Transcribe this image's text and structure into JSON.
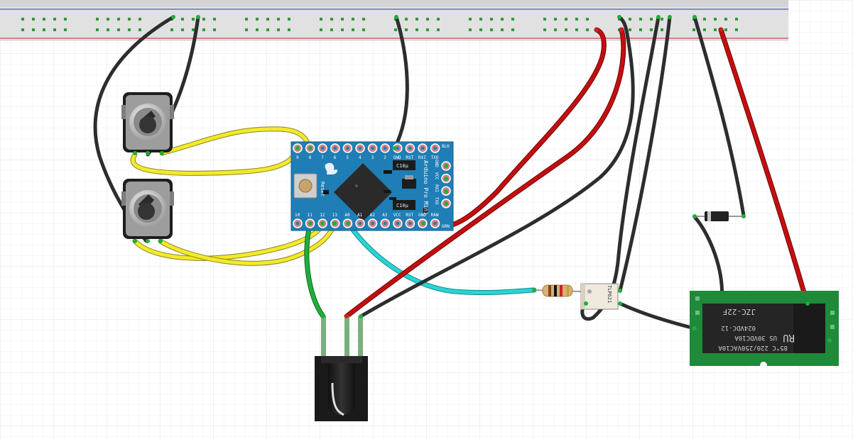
{
  "arduino": {
    "top_pins": [
      "9",
      "8",
      "7",
      "6",
      "5",
      "4",
      "3",
      "2",
      "GND",
      "RST",
      "RXI",
      "TXO"
    ],
    "blk": "BLK",
    "side_pins": [
      "GND",
      "VCC",
      "RXI",
      "TXO"
    ],
    "bottom_pins": [
      "10",
      "11",
      "12",
      "13",
      "A0",
      "A1",
      "A2",
      "A3",
      "VCC",
      "RST",
      "GND",
      "RAW"
    ],
    "grn": "GRN",
    "board_text": "Arduino Pro Mini",
    "reset_label": "Reset",
    "cap_label": "C10μ"
  },
  "optocoupler": {
    "label": "TLP621"
  },
  "relay": {
    "model": "JZC-22F",
    "spec1": "85°C  220/250VAC10A",
    "spec2": "US  30VDC10A",
    "spec3": "024VDC-12",
    "mark": "RU"
  },
  "colors": {
    "board": "#1f7eb5",
    "wire_black": "#2d2d2d",
    "wire_red": "#c40e0e",
    "wire_yellow": "#f2ea2b",
    "wire_green": "#1fae3a",
    "wire_cyan": "#27d5d5",
    "relay_pcb": "#1f8a3a",
    "breadboard": "#e3e3e3"
  }
}
